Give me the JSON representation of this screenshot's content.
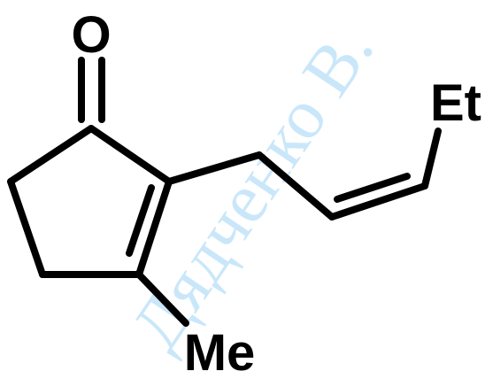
{
  "molecule": {
    "atoms": {
      "oxygen": "O",
      "ethyl": "Et",
      "methyl": "Me"
    }
  },
  "watermark": {
    "text": "Дядченко В."
  },
  "colors": {
    "bond": "#000000",
    "label": "#000000",
    "watermark": "#9fd4f7",
    "background": "#ffffff"
  }
}
